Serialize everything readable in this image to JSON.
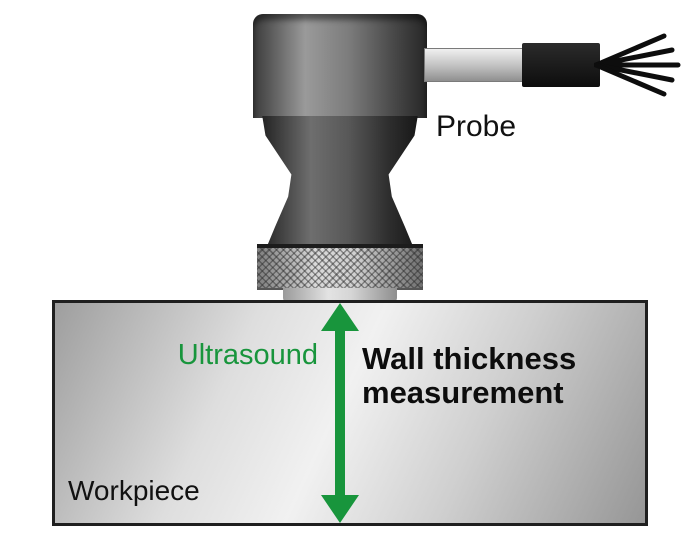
{
  "labels": {
    "probe": "Probe",
    "ultrasound": "Ultrasound",
    "measurement_line1": "Wall thickness",
    "measurement_line2": "measurement",
    "workpiece": "Workpiece"
  },
  "colors": {
    "arrow": "#18953c",
    "ultrasound_text": "#18953c"
  }
}
